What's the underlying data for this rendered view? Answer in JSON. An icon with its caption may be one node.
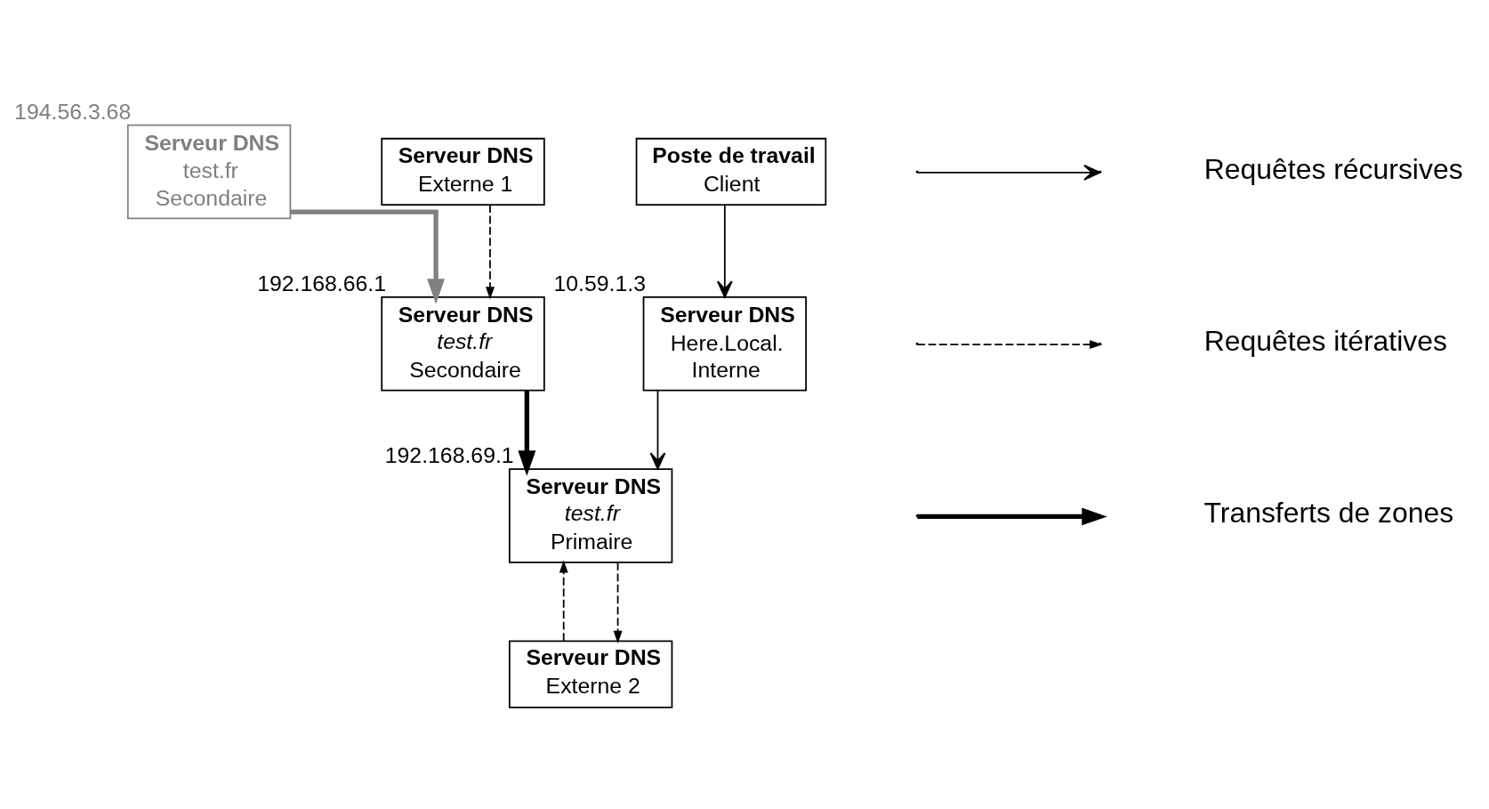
{
  "diagram": {
    "nodes": [
      {
        "text": [
          "Serveur DNS",
          "test.fr",
          "Secondaire"
        ],
        "beside": [
          "194.56.3.68"
        ]
      },
      {
        "text": [
          "Serveur DNS",
          "Externe 1"
        ]
      },
      {
        "text": [
          "Serveur DNS",
          "Externe 2"
        ]
      },
      {
        "text": [
          "Serveur DNS",
          "test.fr",
          "Secondaire"
        ],
        "beside": [
          "192.168.66.1"
        ]
      },
      {
        "text": [
          "Serveur DNS",
          "test.fr",
          "Primaire"
        ],
        "beside": [
          "192.168.69.1"
        ]
      },
      {
        "text": [
          "Serveur DNS",
          "Here.Local.",
          "Interne"
        ],
        "beside": [
          "10.59.1.3"
        ]
      },
      {
        "text": [
          "Poste de travail",
          "Client"
        ]
      }
    ],
    "edges": [
      {
        "from": 0,
        "to": 3,
        "arrow": "to",
        "style": "thick",
        "color": "#808080"
      },
      {
        "from": 1,
        "to": 3,
        "arrow": "to",
        "style": "dashed"
      },
      {
        "from": 4,
        "to": 2,
        "arrow": "to",
        "style": "dashed"
      },
      {
        "from": 2,
        "to": 4,
        "arrow": "to",
        "style": "dashed"
      },
      {
        "from": 3,
        "to": 4,
        "arrow": "to",
        "style": "thick"
      },
      {
        "from": 5,
        "to": 4,
        "arrow": "to"
      },
      {
        "from": 6,
        "to": 5,
        "arrow": "to"
      }
    ],
    "legend": [
      {
        "text": "Requêtes récursives"
      },
      {
        "text": "Requêtes itératives"
      },
      {
        "text": "Transferts de zones"
      }
    ]
  }
}
